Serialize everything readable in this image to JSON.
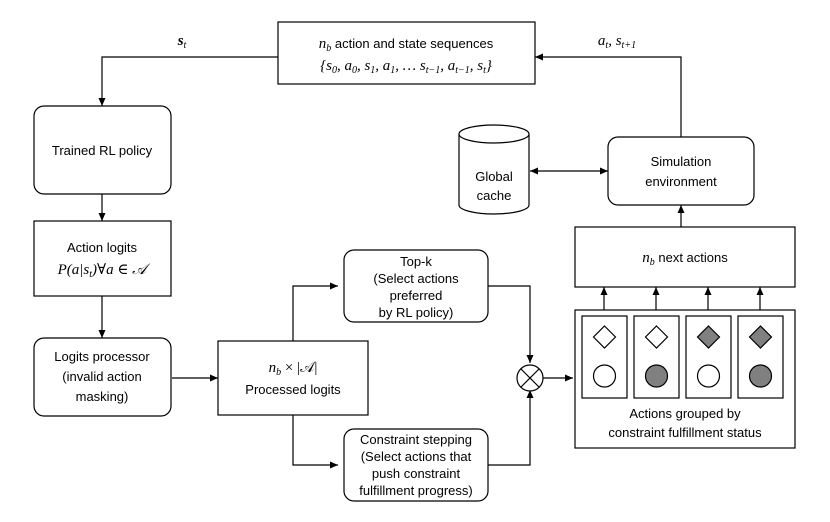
{
  "nodes": {
    "sequences": {
      "line1": "n_b action and state sequences",
      "line1_var": "n",
      "line1_sub": "b",
      "line1_rest": " action and state sequences",
      "line2": "{s0, a0, s1, a1, … st−1, at−1, st}",
      "line2_prefix": "{s",
      "line2_mid1": ", a",
      "line2_mid2": ", s",
      "line2_mid3": ", a",
      "line2_mid4": ", … s",
      "line2_mid5": ", a",
      "line2_mid6": ", s",
      "line2_suffix": "}",
      "sub0": "0",
      "sub1": "1",
      "sub_tm1": "t−1",
      "sub_t": "t"
    },
    "policy": {
      "label": "Trained RL policy"
    },
    "logits": {
      "line1": "Action logits",
      "line2": "P(a|st)∀a ∈ 𝒜",
      "line2_a": "P(a|s",
      "line2_sub": "t",
      "line2_b": ")∀a ∈ 𝒜"
    },
    "processor": {
      "line1": "Logits processor",
      "line2": "(invalid action",
      "line3": "masking)"
    },
    "processed": {
      "line1": "n_b × |𝒜|",
      "line1_var": "n",
      "line1_sub": "b",
      "line1_rest": " × |𝒜|",
      "line2": "Processed logits"
    },
    "topk": {
      "line1": "Top-k",
      "line2": "(Select actions",
      "line3": "preferred",
      "line4": "by RL policy)"
    },
    "constraint": {
      "line1": "Constraint stepping",
      "line2": "(Select actions that",
      "line3": "push constraint",
      "line4": "fulfillment progress)"
    },
    "cache": {
      "line1": "Global",
      "line2": "cache"
    },
    "simulation": {
      "line1": "Simulation",
      "line2": "environment"
    },
    "next_actions": {
      "label": "n_b next actions",
      "var": "n",
      "sub": "b",
      "rest": " next actions"
    },
    "grouped": {
      "line1": "Actions grouped by",
      "line2": "constraint fulfillment status"
    }
  },
  "edge_labels": {
    "state": "st",
    "state_var": "s",
    "state_sub": "t",
    "action_state": "at, st+1",
    "as_a": "a",
    "as_a_sub": "t",
    "as_sep": ", s",
    "as_s_sub": "t+1"
  },
  "groups": [
    {
      "diamond": "open",
      "circle": "open"
    },
    {
      "diamond": "open",
      "circle": "filled"
    },
    {
      "diamond": "filled",
      "circle": "open"
    },
    {
      "diamond": "filled",
      "circle": "filled"
    }
  ],
  "colors": {
    "stroke": "#000000",
    "fill_filled": "#808080",
    "fill_open": "#ffffff"
  }
}
